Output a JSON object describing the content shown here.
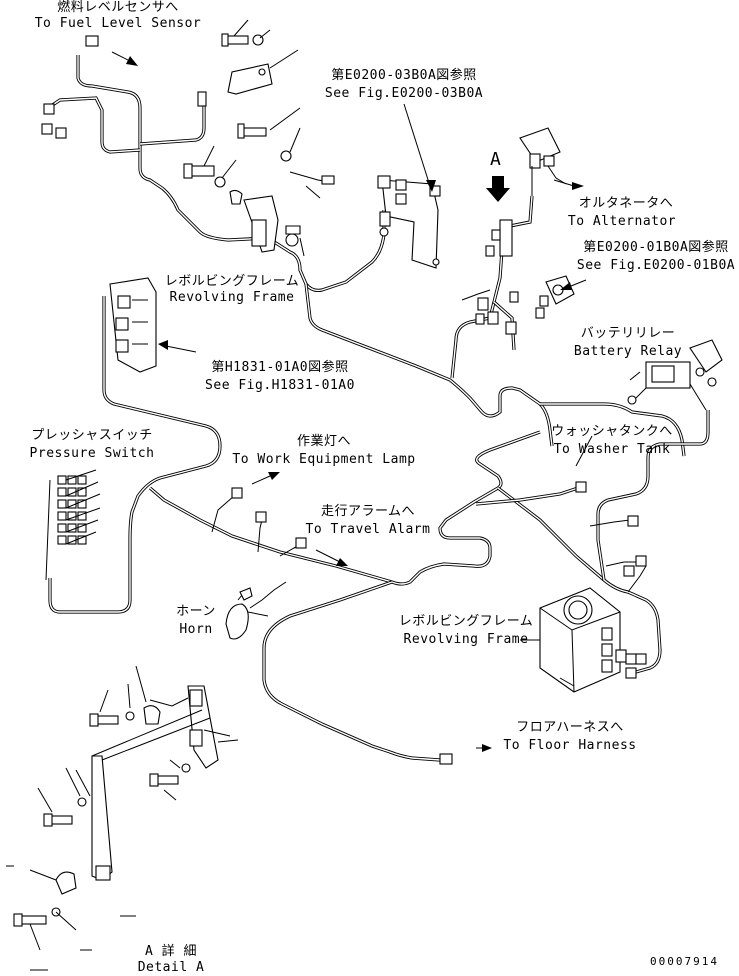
{
  "labels": {
    "fuel_jp": "燃料レベルセンサへ",
    "fuel_en": "To Fuel Level Sensor",
    "see03_jp": "第E0200-03B0A図参照",
    "see03_en": "See Fig.E0200-03B0A",
    "detail_marker": "A",
    "alt_jp": "オルタネータへ",
    "alt_en": "To Alternator",
    "see01_jp": "第E0200-01B0A図参照",
    "see01_en": "See Fig.E0200-01B0A",
    "rf1_jp": "レボルビングフレーム",
    "rf1_en": "Revolving Frame",
    "seeH_jp": "第H1831-01A0図参照",
    "seeH_en": "See Fig.H1831-01A0",
    "relay_jp": "バッテリリレー",
    "relay_en": "Battery Relay",
    "ps_jp": "プレッシャスイッチ",
    "ps_en": "Pressure Switch",
    "lamp_jp": "作業灯へ",
    "lamp_en": "To Work Equipment Lamp",
    "washer_jp": "ウォッシャタンクへ",
    "washer_en": "To Washer Tank",
    "alarm_jp": "走行アラームへ",
    "alarm_en": "To Travel Alarm",
    "horn_jp": "ホーン",
    "horn_en": "Horn",
    "rf2_jp": "レボルビングフレーム",
    "rf2_en": "Revolving Frame",
    "floor_jp": "フロアハーネスへ",
    "floor_en": "To Floor Harness",
    "detail_jp": "A 詳 細",
    "detail_en": "Detail A",
    "doc_number": "00007914"
  }
}
